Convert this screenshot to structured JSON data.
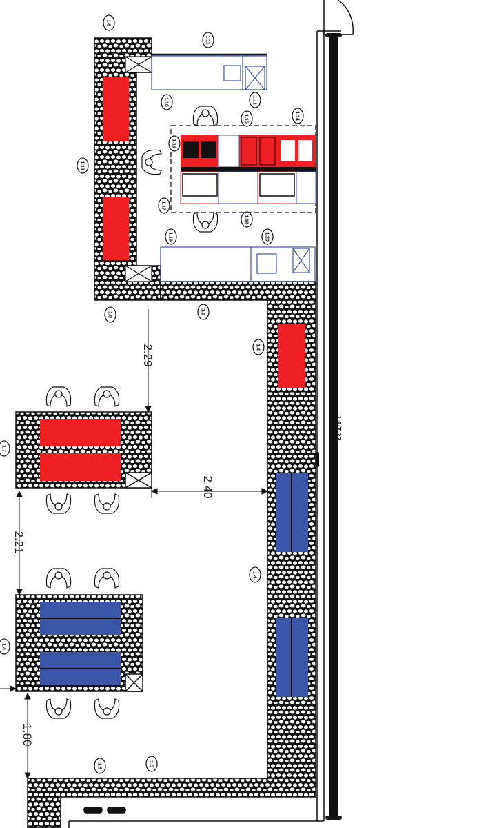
{
  "title": "Restaurant floor plan",
  "colors": {
    "red": "#ee2024",
    "blue": "#3b55a8",
    "line": "#111111",
    "counter": "#3b55a8"
  },
  "dimensions": {
    "d1": "2.29",
    "d2": "2.40",
    "d3": "2.21",
    "d4": "1.80",
    "total": "1.6/7.32"
  },
  "tags": [
    {
      "label": "1.8"
    },
    {
      "label": "1.11"
    },
    {
      "label": "1.10"
    },
    {
      "label": "1.12"
    },
    {
      "label": "1.13"
    },
    {
      "label": "1.14"
    },
    {
      "label": "1.15"
    },
    {
      "label": "1.16"
    },
    {
      "label": "1.17"
    },
    {
      "label": "1.18"
    },
    {
      "label": "1.19"
    },
    {
      "label": "1.20"
    },
    {
      "label": "1.9"
    },
    {
      "label": "1.9"
    },
    {
      "label": "1.4"
    },
    {
      "label": "1.7"
    },
    {
      "label": "1.4"
    },
    {
      "label": "1.4"
    },
    {
      "label": "1.5"
    },
    {
      "label": "1.5"
    }
  ]
}
